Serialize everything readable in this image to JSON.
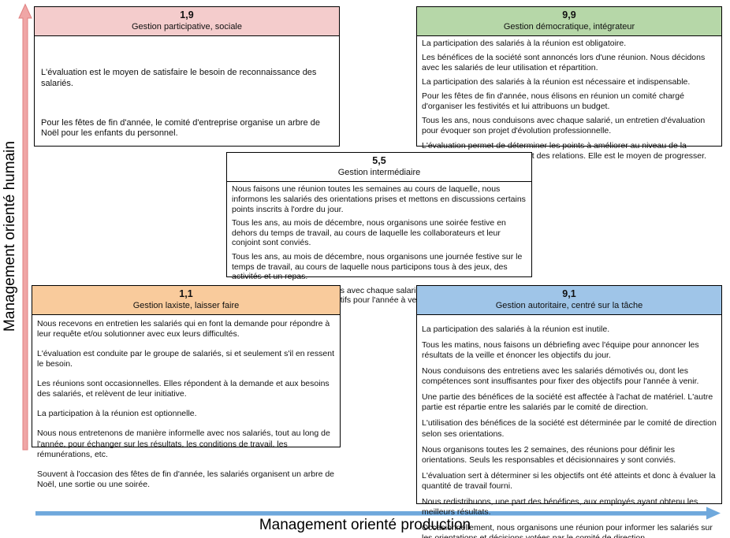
{
  "axes": {
    "y_label": "Management orienté humain",
    "x_label": "Management orienté production",
    "y_arrow_color": "#f0a6a6",
    "x_arrow_color": "#6fa8dc"
  },
  "boxes": [
    {
      "score": "1,9",
      "title": "Gestion participative, sociale",
      "header_color": "#f4cccc",
      "paragraphs": [
        "L'évaluation est le moyen de satisfaire le besoin de reconnaissance des salariés.",
        "Pour les fêtes de fin d'année, le comité d'entreprise organise un arbre de Noël pour les enfants du personnel."
      ]
    },
    {
      "score": "9,9",
      "title": "Gestion démocratique, intégrateur",
      "header_color": "#b6d7a8",
      "paragraphs": [
        "La participation des salariés à la réunion est obligatoire.",
        "Les bénéfices de la société sont annoncés lors d'une réunion. Nous décidons avec les salariés de leur utilisation et répartition.",
        "La participation des salariés à la réunion est nécessaire et indispensable.",
        "Pour les fêtes de fin d'année, nous élisons en réunion un comité chargé d'organiser les festivités et lui attribuons un budget.",
        "Tous les ans, nous conduisons avec chaque salarié, un entretien d'évaluation pour évoquer son projet d'évolution professionnelle.",
        "L'évaluation permet de déterminer les points à améliorer au niveau de la production, de l'organisation et des relations. Elle est le moyen de progresser."
      ]
    },
    {
      "score": "5,5",
      "title": "Gestion intermédiaire",
      "header_color": "#ffffff",
      "paragraphs": [
        "Nous faisons une réunion toutes les semaines au cours de laquelle, nous informons les salariés des orientations prises et mettons en discussions certains points inscrits à l'ordre du jour.",
        "Tous les ans, au mois de décembre, nous organisons une soirée festive en dehors du temps de travail, au cours de laquelle les collaborateurs et leur conjoint sont conviés.",
        "Tous les ans, au mois de décembre, nous organisons une journée festive sur le temps de travail, au cours de laquelle nous participons tous à des jeux, des activités et un repas.",
        "Tous les ans, nous conduisons avec chaque salarié, un entretien pour évaluer ses résultats et fixer les objectifs pour l'année à venir."
      ]
    },
    {
      "score": "1,1",
      "title": "Gestion laxiste, laisser faire",
      "header_color": "#f9cb9c",
      "paragraphs": [
        "Nous recevons en entretien les salariés qui en font la demande pour répondre à leur requête et/ou solutionner avec eux leurs difficultés.",
        "L'évaluation est conduite par le groupe de salariés, si et seulement s'il en ressent le besoin.",
        "Les réunions sont occasionnelles. Elles répondent à la demande et aux besoins des salariés, et relèvent de leur initiative.",
        "La participation à la réunion est optionnelle.",
        "Nous nous entretenons de manière informelle avec nos salariés, tout au long de l'année, pour échanger sur les résultats, les conditions de travail, les rémunérations, etc.",
        "Souvent à l'occasion des fêtes de fin d'année, les salariés organisent un arbre de Noël, une sortie ou une soirée."
      ]
    },
    {
      "score": "9,1",
      "title": "Gestion autoritaire, centré sur la tâche",
      "header_color": "#9fc5e8",
      "paragraphs": [
        "La participation des salariés à la réunion est inutile.",
        "Tous les matins, nous faisons un débriefing avec l'équipe pour annoncer les résultats de la veille et énoncer les objectifs du jour.",
        "Nous conduisons des entretiens avec les salariés démotivés ou, dont les compétences sont insuffisantes pour fixer des objectifs pour l'année à venir.",
        "Une partie des bénéfices de la société est affectée à l'achat de matériel. L'autre partie est répartie entre les salariés par le comité de direction.",
        "L'utilisation des bénéfices de la société est déterminée par le comité de direction selon ses orientations.",
        "Nous organisons toutes les 2 semaines, des réunions pour définir les orientations. Seuls les responsables et décisionnaires y sont conviés.",
        "L'évaluation sert à déterminer si les objectifs ont été atteints et donc à évaluer la quantité de travail fourni.",
        "Nous redistribuons, une part des bénéfices, aux employés ayant obtenu les meilleurs résultats.",
        "Occasionnellement, nous organisons une réunion pour informer les salariés sur les orientations et décisions votées par le comité de direction."
      ]
    }
  ]
}
